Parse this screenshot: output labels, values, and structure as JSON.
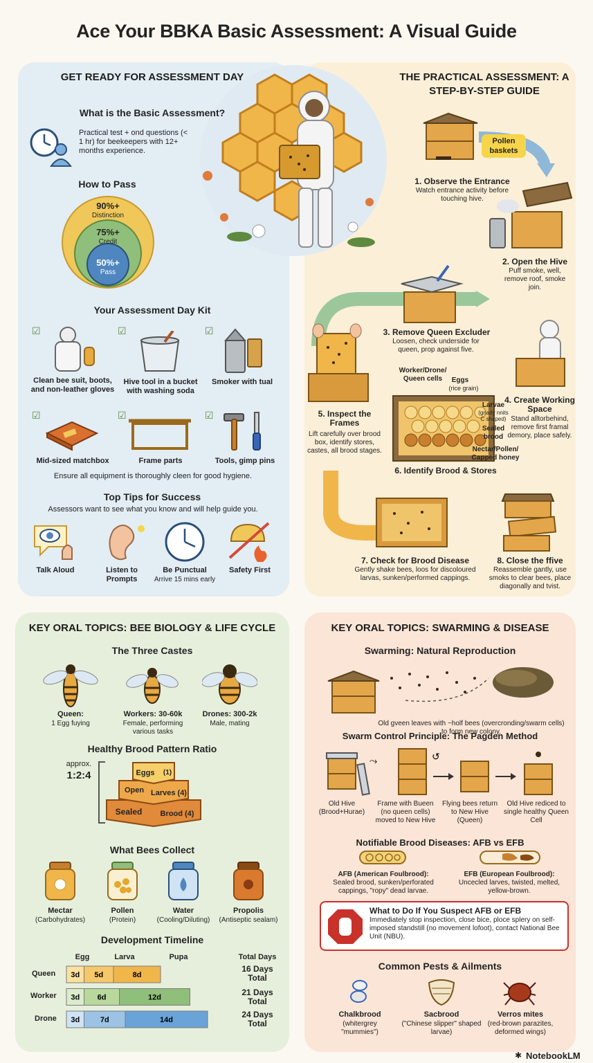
{
  "title": "Ace Your BBKA Basic Assessment: A Visual Guide",
  "ready": {
    "heading": "GET READY FOR ASSESSMENT DAY",
    "what_title": "What is the Basic Assessment?",
    "what_text": "Practical test + ond questions (< 1 hr) for beekeepers with 12+ months experience.",
    "pass_title": "How to Pass",
    "grades": [
      {
        "pct": "90%+",
        "label": "Distinction"
      },
      {
        "pct": "75%+",
        "label": "Credit"
      },
      {
        "pct": "50%+",
        "label": "Pass"
      }
    ],
    "kit_title": "Your Assessment Day Kit",
    "kit": [
      "Clean bee suit, boots, and non-leather gloves",
      "Hive tool in a bucket with washing soda",
      "Smoker with tual",
      "Mid-sized matchbox",
      "Frame parts",
      "Tools, gimp pins"
    ],
    "kit_note": "Ensure all equipment is thoroughly cleen for good hygiene.",
    "tips_title": "Top Tips for Success",
    "tips_sub": "Assessors want to see what you know and will help guide you.",
    "tips": [
      "Talk Aloud",
      "Listen to Prompts",
      "Be Punctual",
      "Safety First"
    ],
    "tip_punctual_note": "Arrive 15 mins early"
  },
  "practical": {
    "heading": "THE PRACTICAL ASSESSMENT: A STEP-BY-STEP GUIDE",
    "pollen_tag": "Pollen baskets",
    "steps": [
      {
        "title": "1. Observe the Entrance",
        "text": "Watch entrance activity before touching hive."
      },
      {
        "title": "2. Open the Hive",
        "text": "Puff smoke, well, remove roof, smoke join."
      },
      {
        "title": "3. Remove Queen Excluder",
        "text": "Loosen, check underside for queen, prop against five."
      },
      {
        "title": "4. Create Working Space",
        "text": "Stand alltorbehind, remove first framal demory, place safely."
      },
      {
        "title": "5. Inspect the Frames",
        "text": "Lift carefully over brood box, identify stores, castes, all brood stages."
      },
      {
        "title": "6. Identify Brood & Stores",
        "text": ""
      },
      {
        "title": "7. Check for Brood Disease",
        "text": "Gently shake bees, loos for discoloured larvas, sunken/performed cappings."
      },
      {
        "title": "8. Close the ffive",
        "text": "Reassemble gantly, use smoks to clear bees, place diagonally and tvist."
      }
    ],
    "frame_labels": {
      "cells": "Worker/Drone/ Queen cells",
      "eggs": "Eggs",
      "eggs_note": "(rice grain)",
      "larvae": "Larvae",
      "larvae_note": "(gnady nnits C shaped)",
      "sealed": "Sealed brood",
      "nectar": "Nectar/Pollen/ Capped honey"
    }
  },
  "biology": {
    "heading": "KEY ORAL TOPICS: BEE BIOLOGY & LIFE CYCLE",
    "castes_title": "The Three Castes",
    "castes": [
      {
        "name": "Queen:",
        "desc": "1 Egg fuying"
      },
      {
        "name": "Workers: 30-60k",
        "desc": "Female, performing various tasks"
      },
      {
        "name": "Drones: 300-2k",
        "desc": "Male, mating"
      }
    ],
    "ratio_title": "Healthy Brood Pattern Ratio",
    "ratio_approx": "approx.",
    "ratio_value": "1:2:4",
    "pyramid": {
      "eggs": "Eggs",
      "eggs_n": "(1)",
      "open": "Open",
      "larves": "Larves (4)",
      "sealed": "Sealed",
      "brood": "Brood (4)"
    },
    "collect_title": "What Bees Collect",
    "collect": [
      {
        "name": "Mectar",
        "desc": "(Carbohydrates)"
      },
      {
        "name": "Pollen",
        "desc": "(Protein)"
      },
      {
        "name": "Water",
        "desc": "(Cooling/Diluting)"
      },
      {
        "name": "Propolis",
        "desc": "(Antiseptic sealam)"
      }
    ],
    "timeline_title": "Development Timeline",
    "timeline_headers": [
      "Egg",
      "Larva",
      "Pupa",
      "Total Days"
    ],
    "timeline": [
      {
        "caste": "Queen",
        "egg": 3,
        "larva": 5,
        "pupa": 8,
        "egg_label": "3d",
        "larva_label": "5d",
        "pupa_label": "8d",
        "total": "16 Days Total"
      },
      {
        "caste": "Worker",
        "egg": 3,
        "larva": 6,
        "pupa": 12,
        "egg_label": "3d",
        "larva_label": "6d",
        "pupa_label": "12d",
        "total": "21 Days Total"
      },
      {
        "caste": "Drone",
        "egg": 3,
        "larva": 7,
        "pupa": 14,
        "egg_label": "3d",
        "larva_label": "7d",
        "pupa_label": "14d",
        "total": "24 Days Total"
      }
    ]
  },
  "swarm": {
    "heading": "KEY ORAL TOPICS: SWARMING & DISEASE",
    "swarm_title": "Swarming: Natural Reproduction",
    "swarm_text": "Old gveen leaves with ~holf bees (overcronding/swarm cells) to form new colony.",
    "pagden_title": "Swarm Control Principle: The Pagden Method",
    "pagden": [
      "Old Hive (Brood+Hurae)",
      "Frame with Bueen (no queen cells) moved to New Hive",
      "Flying bees return to New Hive (Queen)",
      "Old Hive rediced to single healthy Queen Cell"
    ],
    "diseases_title": "Notifiable Brood Diseases: AFB vs EFB",
    "afb": {
      "name": "AFB (American Foulbrood):",
      "desc": "Sealed brood, sunken/perforated cappings, \"ropy\" dead larvae."
    },
    "efb": {
      "name": "EFB (European Foulbrood):",
      "desc": "Uncecled larves, twisted, melted, yellow-brown."
    },
    "alert_title": "What to Do If You Suspect AFB or EFB",
    "alert_text": "Immediately stop inspection, close bice, ploce splery on self-imposed standstill (no movement lofoot), contact National Bee Unit (NBU).",
    "pests_title": "Common Pests & Ailments",
    "pests": [
      {
        "name": "Chalkbrood",
        "desc": "(whitergrey \"mummies\")"
      },
      {
        "name": "Sacbrood",
        "desc": "(\"Chinese slipper\" shaped larvae)"
      },
      {
        "name": "Verros mites",
        "desc": "(red-brown parazites, deformed wings)"
      }
    ]
  },
  "footer": {
    "brand": "NotebookLM"
  },
  "colors": {
    "blue_panel": "#e3edf4",
    "cream_panel": "#fbefd8",
    "green_panel": "#e6efdc",
    "peach_panel": "#fbe5d6",
    "honey": "#e8a83a",
    "alert_red": "#c8322b"
  }
}
